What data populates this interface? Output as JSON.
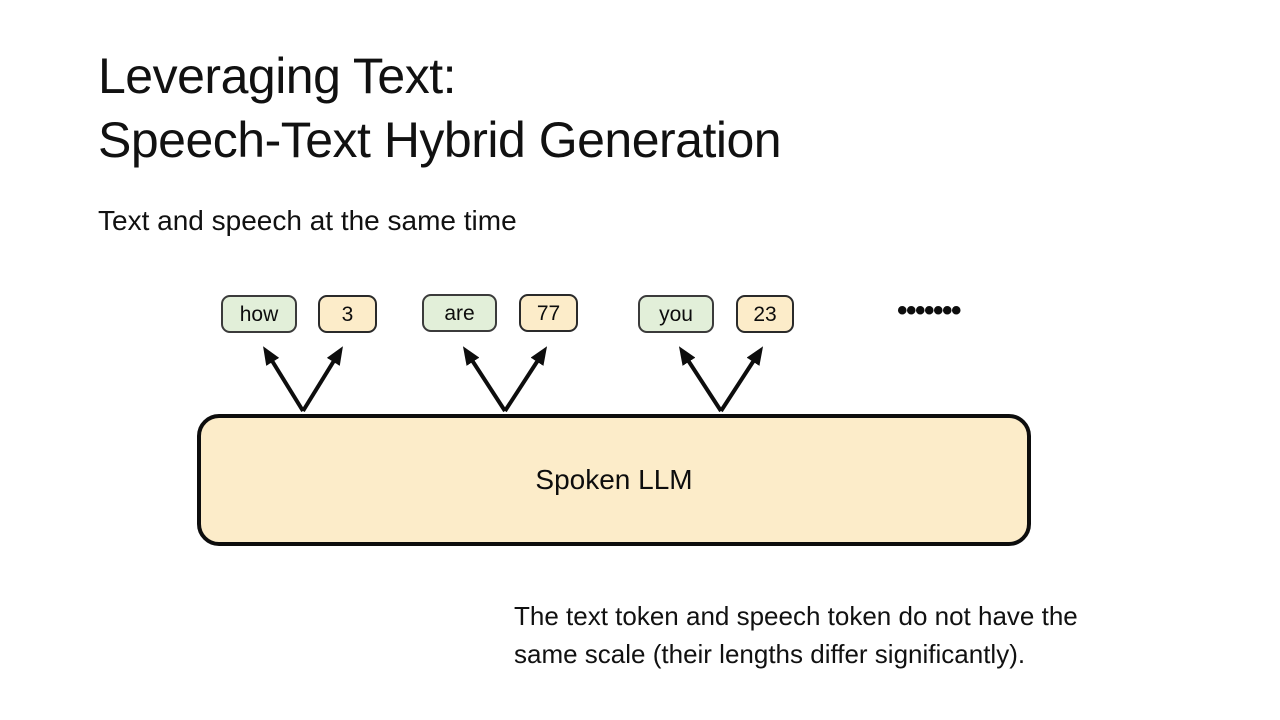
{
  "slide": {
    "title": {
      "lines": [
        "Leveraging Text:",
        "Speech-Text Hybrid Generation"
      ]
    },
    "subtitle": "Text and speech at the same time",
    "caption": {
      "lines": [
        "The text token and speech token do not have the",
        "same scale (their lengths differ significantly)."
      ]
    }
  },
  "diagram": {
    "model_label": "Spoken LLM",
    "tokens": [
      {
        "label": "how",
        "kind": "text-token"
      },
      {
        "label": "3",
        "kind": "speech-token"
      },
      {
        "label": "are",
        "kind": "text-token"
      },
      {
        "label": "77",
        "kind": "speech-token"
      },
      {
        "label": "you",
        "kind": "text-token"
      },
      {
        "label": "23",
        "kind": "speech-token"
      }
    ],
    "ellipsis": "•••••••",
    "colors": {
      "text_token_fill": "#e2efd9",
      "speech_token_fill": "#fcecc9",
      "model_fill": "#fcecc9",
      "arrow": "#0d0d0d"
    }
  }
}
